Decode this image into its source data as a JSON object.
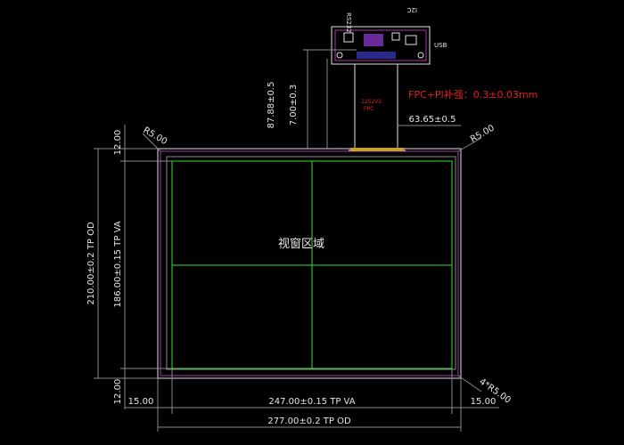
{
  "drawing": {
    "pcb_labels": {
      "rs232": "RS232",
      "i2c": "I2C",
      "usb": "USB"
    },
    "fpc_note": "FPC+PI补强：0.3±0.03mm",
    "fpc_label_1": "1252V2",
    "fpc_label_2": "FPC",
    "view_area_label": "视窗区域",
    "dims": {
      "offset_87_88": "87.88±0.5",
      "offset_7": "7.00±0.3",
      "offset_63_65": "63.65±0.5",
      "radius_left_top": "R5.00",
      "radius_right_top": "R5.00",
      "radius_bottom_right": "4*R5.00",
      "top_margin": "12.00",
      "bottom_margin": "12.00",
      "tp_od_height": "210.00±0.2  TP  OD",
      "tp_va_height": "186.00±0.15  TP  VA",
      "left_margin": "15.00",
      "right_margin": "15.00",
      "tp_va_width": "247.00±0.15  TP  VA",
      "tp_od_width": "277.00±0.2  TP  OD"
    }
  }
}
